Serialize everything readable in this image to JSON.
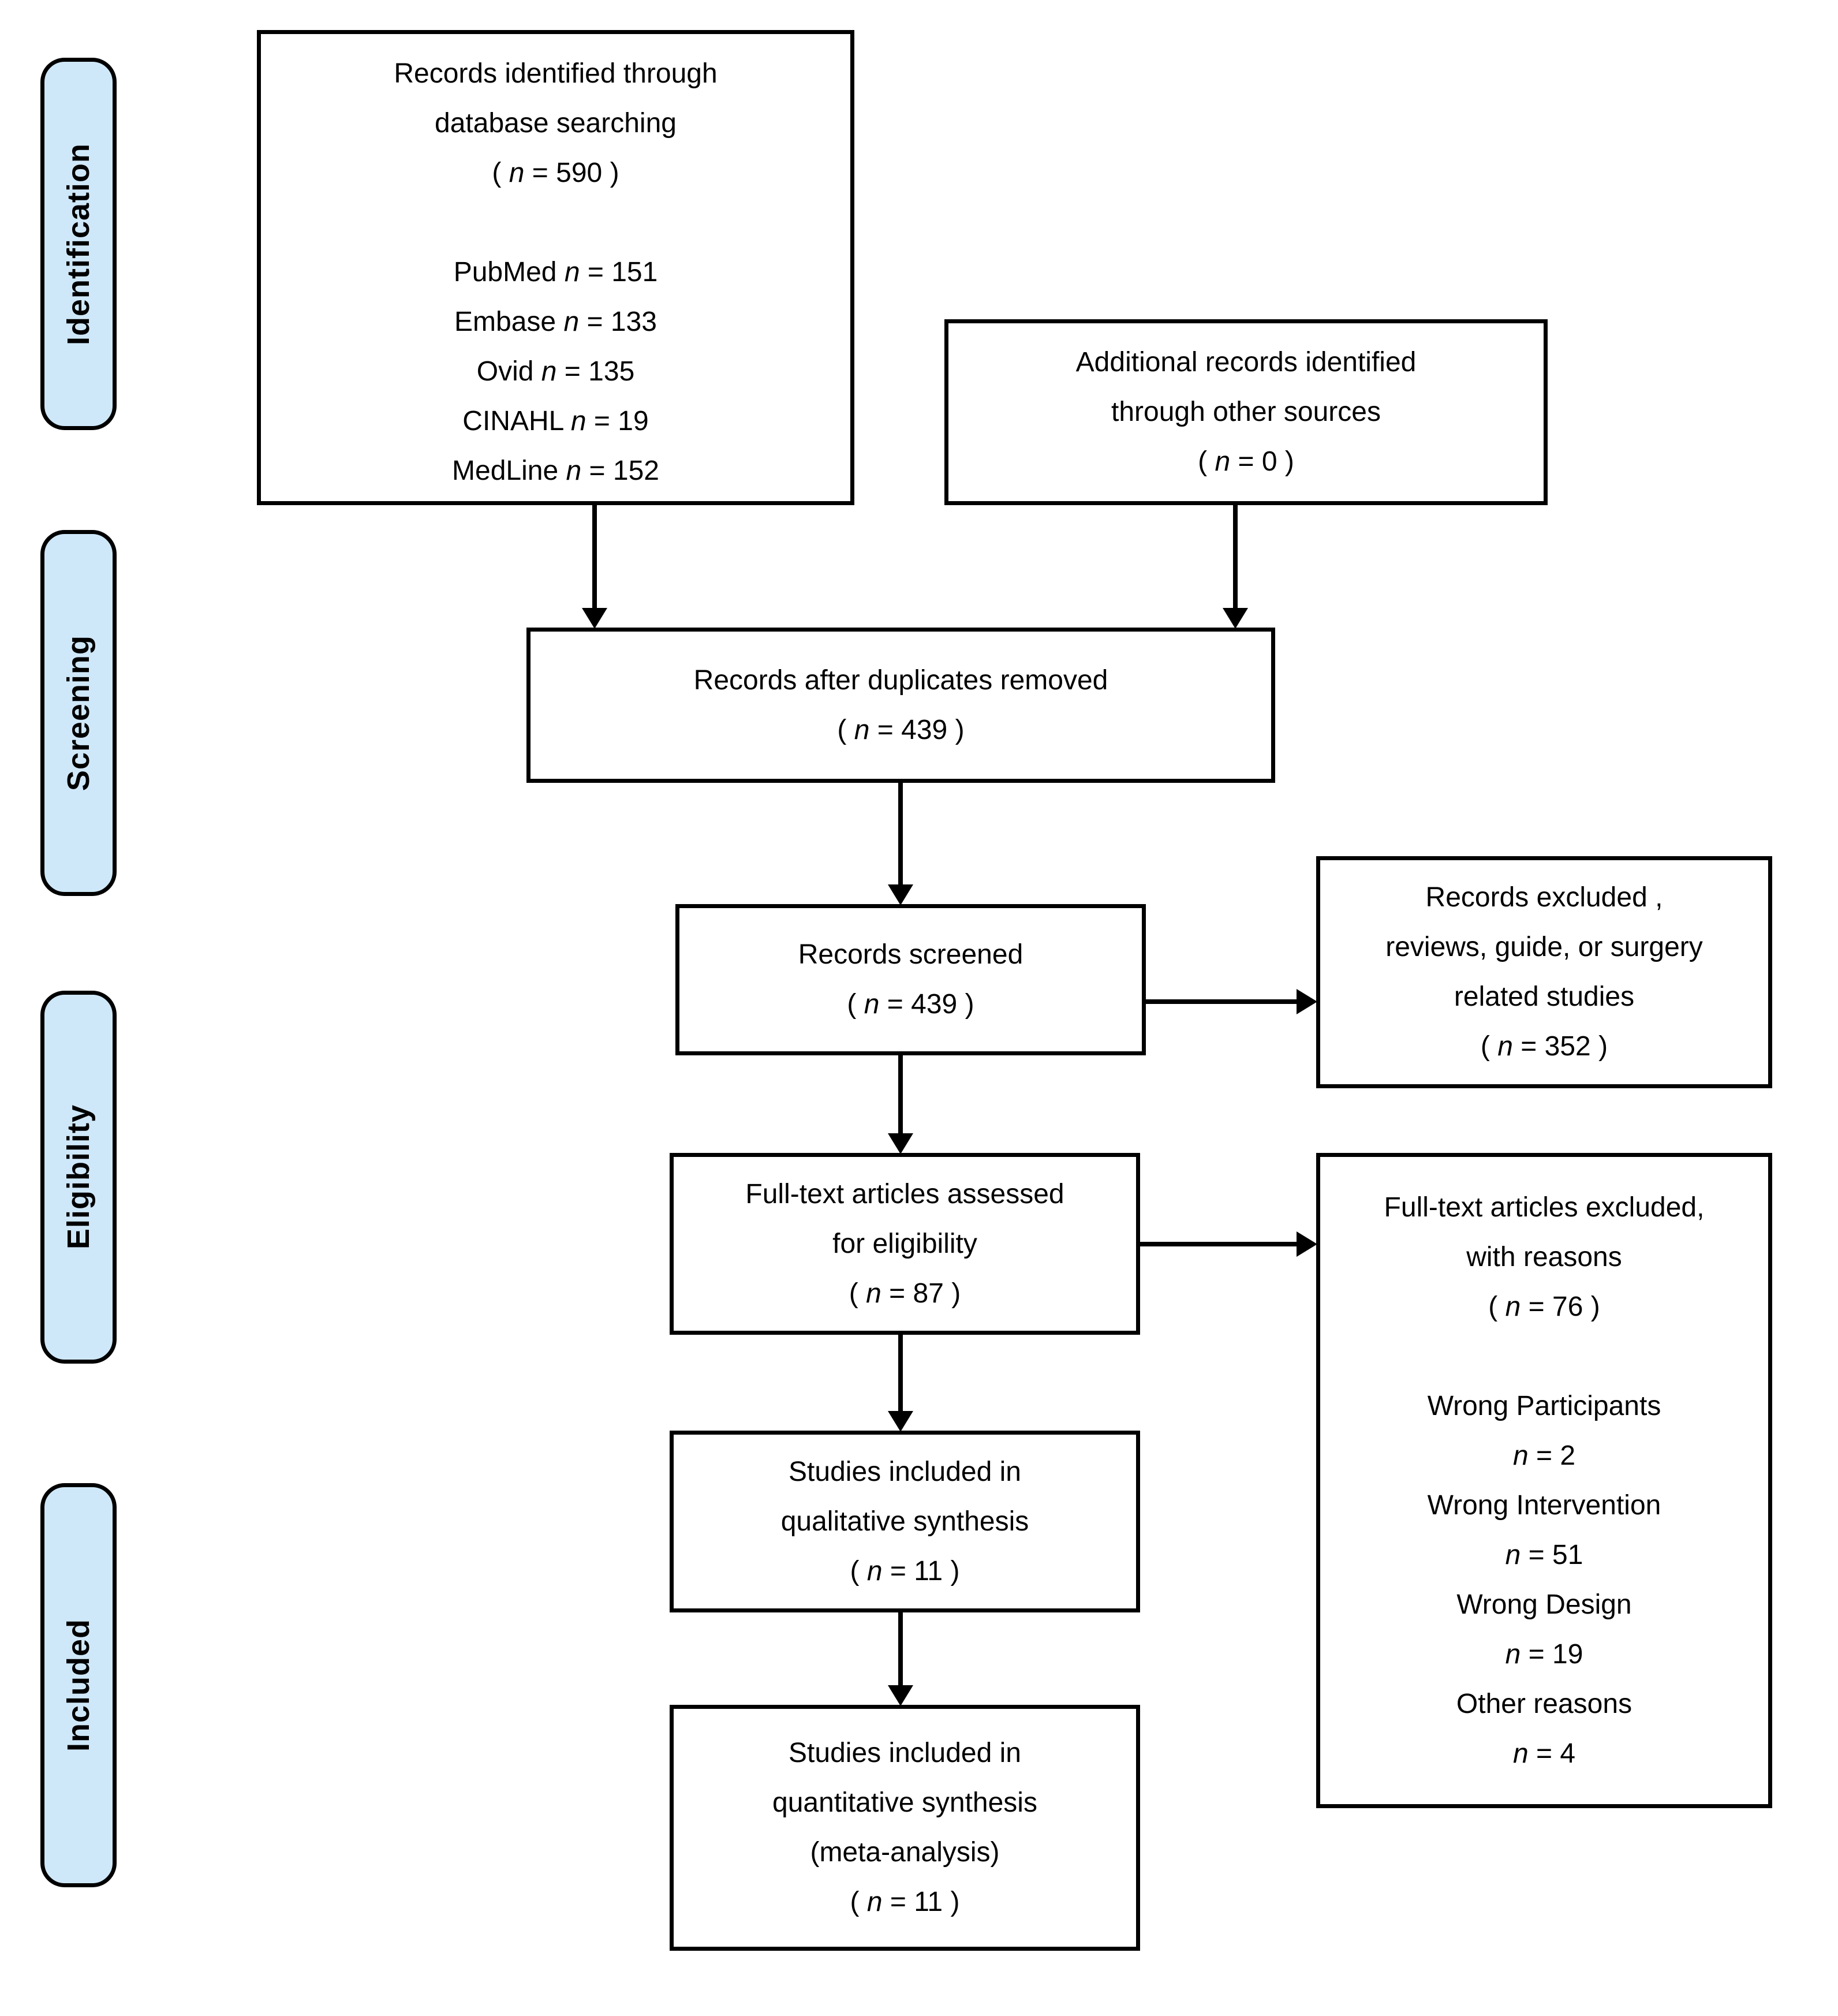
{
  "colors": {
    "stage_fill": "#cfe8f9",
    "line_color": "#000000",
    "box_fill": "#ffffff",
    "text_color": "#000000"
  },
  "stage_labels": [
    {
      "label": "Identification"
    },
    {
      "label": "Screening"
    },
    {
      "label": "Eligibility"
    },
    {
      "label": "Included"
    }
  ],
  "boxes": {
    "records_identified": {
      "line1": "Records identified through",
      "line2": "database searching",
      "n_line": "( n = 590 )",
      "sources": [
        "PubMed n = 151",
        "Embase n = 133",
        "Ovid n = 135",
        "CINAHL n = 19",
        "MedLine n = 152"
      ]
    },
    "additional_records": {
      "line1": "Additional records identified",
      "line2": "through other sources",
      "n_line": "( n = 0 )"
    },
    "duplicates_removed": {
      "line1": "Records after duplicates removed",
      "n_line": "( n = 439 )"
    },
    "records_screened": {
      "line1": "Records screened",
      "n_line": "( n = 439 )"
    },
    "records_excluded": {
      "line1": "Records excluded ,",
      "line2": "reviews, guide, or surgery",
      "line3": "related studies",
      "n_line": "( n = 352 )"
    },
    "fulltext_assessed": {
      "line1": "Full-text articles assessed",
      "line2": "for eligibility",
      "n_line": "( n = 87 )"
    },
    "fulltext_excluded": {
      "line1": "Full-text articles excluded,",
      "line2": "with reasons",
      "n_line": "( n = 76 )",
      "reasons": [
        "Wrong Participants",
        "n = 2",
        "Wrong Intervention",
        "n = 51",
        "Wrong Design",
        "n = 19",
        "Other reasons",
        "n = 4"
      ]
    },
    "qualitative_synthesis": {
      "line1": "Studies included in",
      "line2": "qualitative synthesis",
      "n_line": "( n = 11 )"
    },
    "quantitative_synthesis": {
      "line1": "Studies included in",
      "line2": "quantitative synthesis",
      "line3": "(meta-analysis)",
      "n_line": "( n = 11 )"
    }
  }
}
